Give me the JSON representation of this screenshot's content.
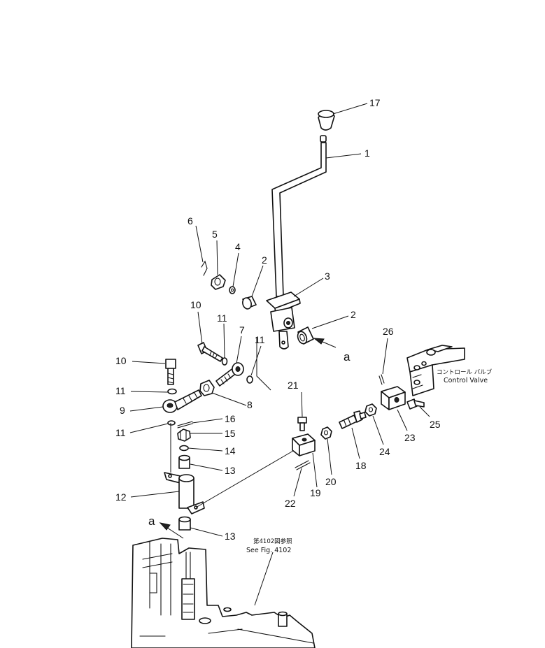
{
  "diagram": {
    "parts": [
      {
        "label": "17"
      },
      {
        "label": "1"
      },
      {
        "label": "6"
      },
      {
        "label": "5"
      },
      {
        "label": "4"
      },
      {
        "label": "2"
      },
      {
        "label": "3"
      },
      {
        "label": "2"
      },
      {
        "label": "10"
      },
      {
        "label": "11"
      },
      {
        "label": "7"
      },
      {
        "label": "11"
      },
      {
        "label": "10"
      },
      {
        "label": "11"
      },
      {
        "label": "8"
      },
      {
        "label": "9"
      },
      {
        "label": "11"
      },
      {
        "label": "16"
      },
      {
        "label": "15"
      },
      {
        "label": "14"
      },
      {
        "label": "13"
      },
      {
        "label": "12"
      },
      {
        "label": "13"
      },
      {
        "label": "21"
      },
      {
        "label": "20"
      },
      {
        "label": "19"
      },
      {
        "label": "22"
      },
      {
        "label": "18"
      },
      {
        "label": "24"
      },
      {
        "label": "23"
      },
      {
        "label": "25"
      },
      {
        "label": "26"
      }
    ],
    "view_markers": [
      {
        "label": "a"
      },
      {
        "label": "a"
      }
    ],
    "notes": {
      "control_valve_jp": "コントロール バルブ",
      "control_valve_en": "Control Valve",
      "see_fig_jp": "第4102図参照",
      "see_fig_en": "See Fig. 4102"
    },
    "colors": {
      "ink": "#111111",
      "paper": "#ffffff"
    }
  }
}
